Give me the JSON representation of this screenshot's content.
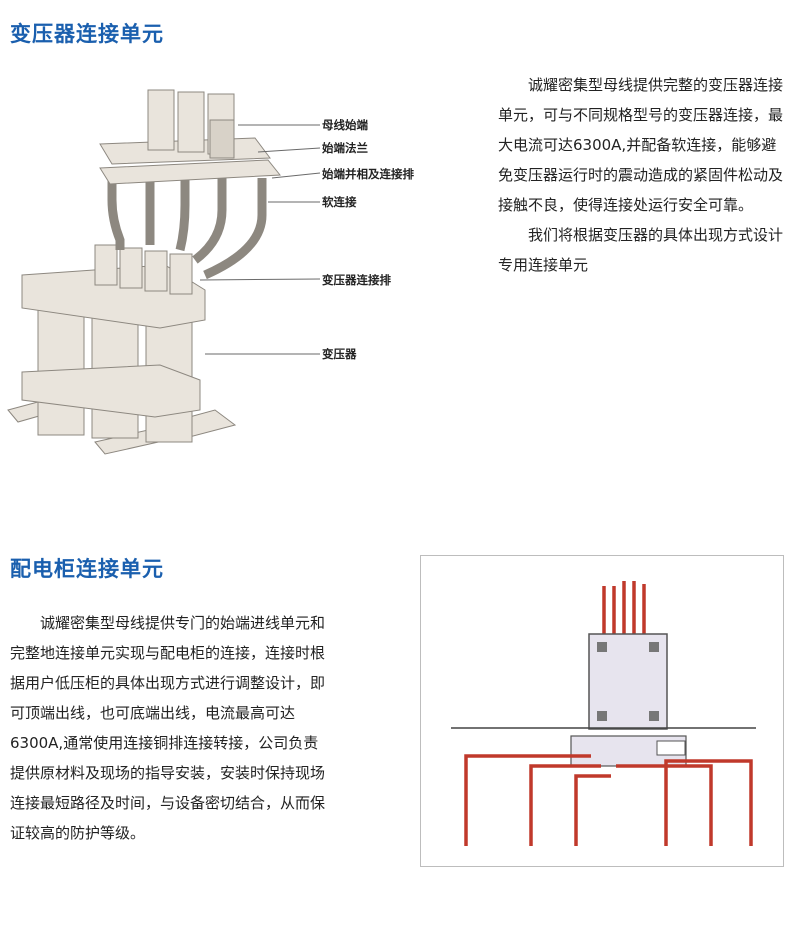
{
  "section1": {
    "title": "变压器连接单元",
    "paragraphs": [
      "诚耀密集型母线提供完整的变压器连接单元，可与不同规格型号的变压器连接，最大电流可达6300A,并配备软连接，能够避免变压器运行时的震动造成的紧固件松动及接触不良，使得连接处运行安全可靠。",
      "我们将根据变压器的具体出现方式设计专用连接单元"
    ],
    "callouts": {
      "busbar_start": "母线始端",
      "start_flange": "始端法兰",
      "parallel_bar": "始端并相及连接排",
      "soft_connection": "软连接",
      "transformer_bar": "变压器连接排",
      "transformer": "变压器"
    }
  },
  "section2": {
    "title": "配电柜连接单元",
    "paragraphs": [
      "诚耀密集型母线提供专门的始端进线单元和完整地连接单元实现与配电柜的连接，连接时根据用户低压柜的具体出现方式进行调整设计，即可顶端出线，也可底端出线，电流最高可达6300A,通常使用连接铜排连接转接，公司负责提供原材料及现场的指导安装，安装时保持现场连接最短路径及时间，与设备密切结合，从而保证较高的防护等级。"
    ]
  },
  "colors": {
    "title": "#1a5fae",
    "copper": "#c0392b",
    "component_fill": "#e9e4dc",
    "component_stroke": "#8d8880"
  }
}
